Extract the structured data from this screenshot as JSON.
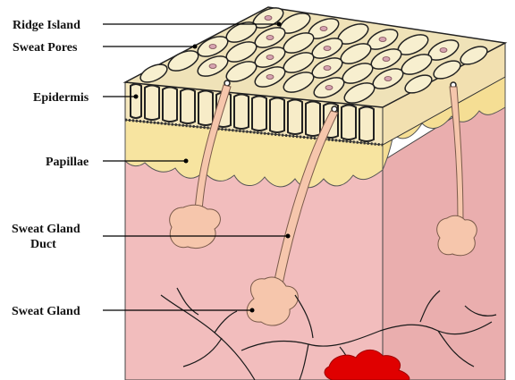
{
  "labels": {
    "ridge_island": "Ridge Island",
    "sweat_pores": "Sweat Pores",
    "epidermis": "Epidermis",
    "papillae": "Papillae",
    "sweat_gland_duct_line1": "Sweat Gland",
    "sweat_gland_duct_line2": "Duct",
    "sweat_gland": "Sweat Gland"
  },
  "colors": {
    "dermis": "#f2bdbd",
    "dermis_side": "#eaaeae",
    "papillae_layer": "#f7e4a0",
    "epidermis_layer": "#f5e7bd",
    "ridge_cells": "#f7efcf",
    "ridge_outline": "#222222",
    "gland": "#f6c6ac",
    "vessel": "#cc0000",
    "nerve": "#1a1a1a",
    "leader_line": "#000000"
  }
}
